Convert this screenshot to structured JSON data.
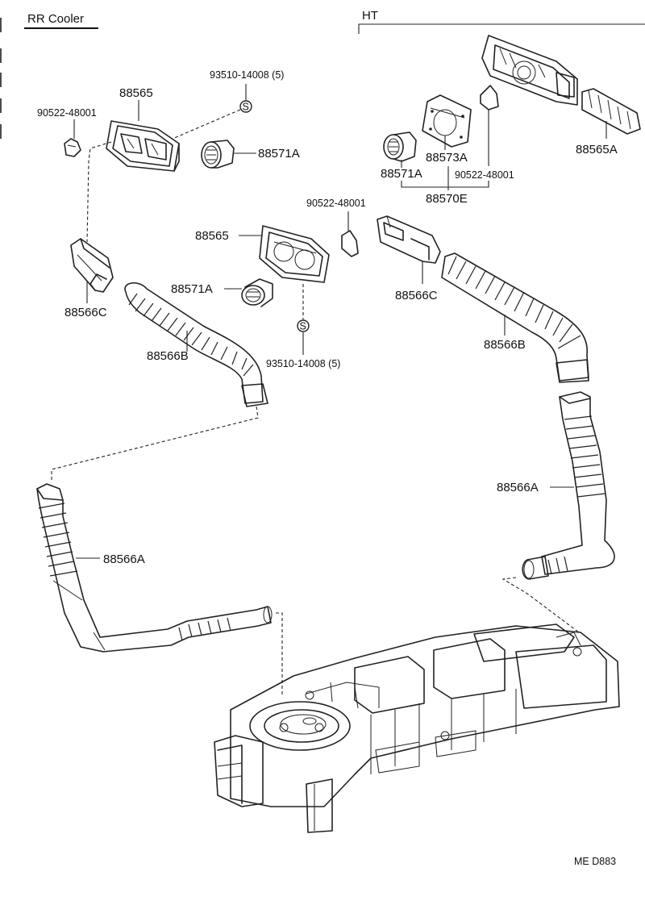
{
  "sections": {
    "left_title": "RR Cooler",
    "right_title": "HT"
  },
  "labels": {
    "p93510_left": "93510-14008 (5)",
    "p88565_left": "88565",
    "p90522_left": "90522-48001",
    "p88571A_left": "88571A",
    "p88566C_left": "88566C",
    "p88565_mid": "88565",
    "p88571A_mid": "88571A",
    "p88566B_left": "88566B",
    "p93510_mid": "93510-14008 (5)",
    "p90522_mid": "90522-48001",
    "p88573A": "88573A",
    "p88571A_right": "88571A",
    "p90522_right": "90522-48001",
    "p88570E": "88570E",
    "p88565A": "88565A",
    "p88566C_right": "88566C",
    "p88566B_right": "88566B",
    "p88566A_right": "88566A",
    "p88566A_left": "88566A"
  },
  "screw_symbol": "S",
  "footer_code": "ME  D883"
}
